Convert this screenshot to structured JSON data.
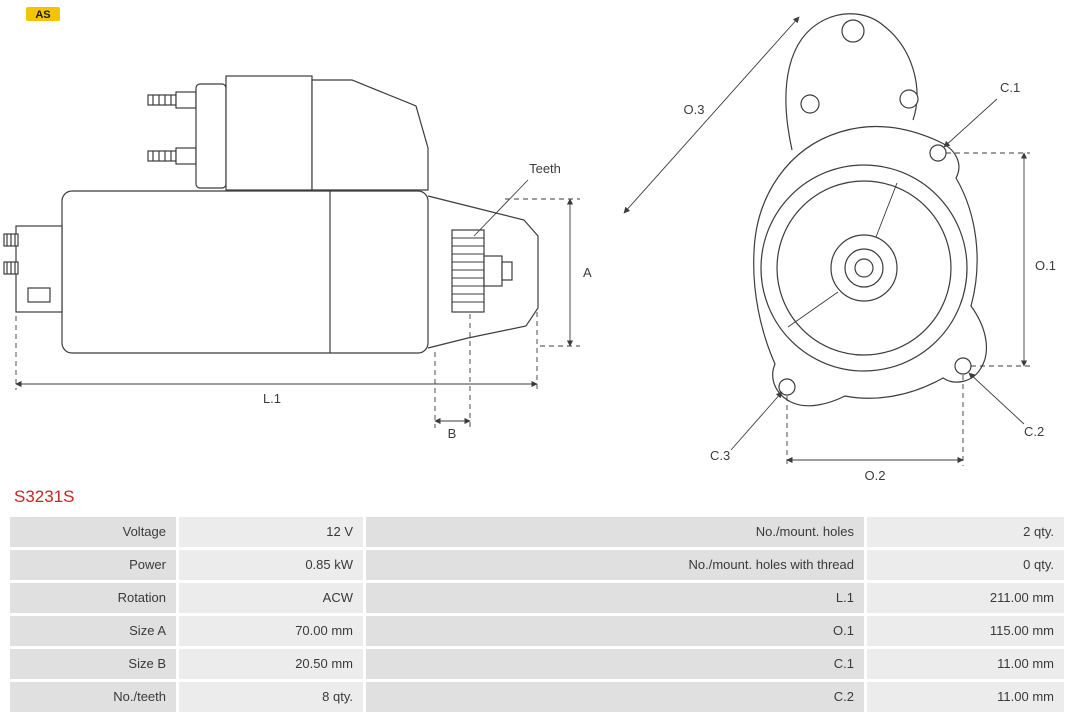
{
  "part_number": "S3231S",
  "brand": {
    "logo_text": "AS"
  },
  "diagram": {
    "labels": {
      "teeth": "Teeth",
      "l1": "L.1",
      "a": "A",
      "b": "B",
      "o1": "O.1",
      "o2": "O.2",
      "o3": "O.3",
      "c1": "C.1",
      "c2": "C.2",
      "c3": "C.3"
    }
  },
  "spec_table": {
    "rows": [
      {
        "left_label": "Voltage",
        "left_value": "12 V",
        "right_label": "No./mount. holes",
        "right_value": "2 qty."
      },
      {
        "left_label": "Power",
        "left_value": "0.85 kW",
        "right_label": "No./mount. holes with thread",
        "right_value": "0 qty."
      },
      {
        "left_label": "Rotation",
        "left_value": "ACW",
        "right_label": "L.1",
        "right_value": "211.00 mm"
      },
      {
        "left_label": "Size A",
        "left_value": "70.00 mm",
        "right_label": "O.1",
        "right_value": "115.00 mm"
      },
      {
        "left_label": "Size B",
        "left_value": "20.50 mm",
        "right_label": "C.1",
        "right_value": "11.00 mm"
      },
      {
        "left_label": "No./teeth",
        "left_value": "8 qty.",
        "right_label": "C.2",
        "right_value": "11.00 mm"
      }
    ]
  },
  "colors": {
    "part_number": "#c62621",
    "label_cell_bg": "#e0e0e0",
    "value_cell_bg": "#ececec",
    "line": "#3c3c3c",
    "logo_yellow": "#f2c500"
  }
}
